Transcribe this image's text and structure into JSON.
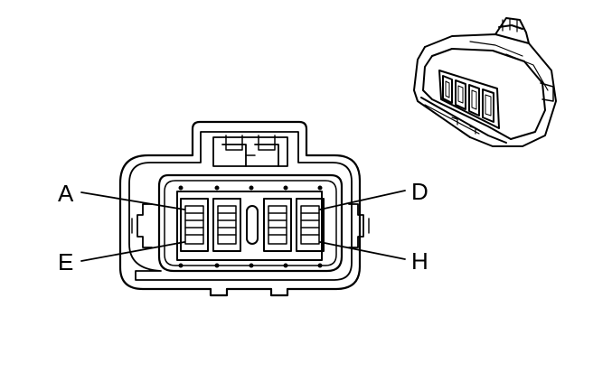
{
  "pins": {
    "a": "A",
    "d": "D",
    "e": "E",
    "h": "H"
  },
  "colors": {
    "line": "#000000",
    "background": "#ffffff"
  }
}
